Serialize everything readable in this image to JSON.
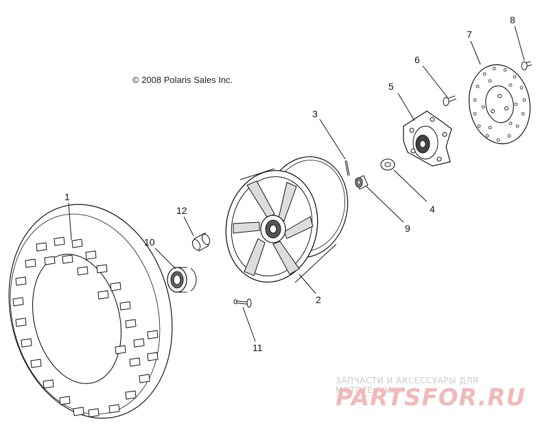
{
  "copyright": "© 2008 Polaris Sales Inc.",
  "callouts": [
    "1",
    "2",
    "3",
    "4",
    "5",
    "6",
    "7",
    "8",
    "9",
    "10",
    "11",
    "12"
  ],
  "watermark": {
    "tagline": "ЗАПЧАСТИ И АКСЕССУАРЫ ДЛЯ МОТОТЕХНИКИ",
    "logo": "PARTSFOR.RU"
  },
  "colors": {
    "line": "#111111",
    "watermark_text": "#c9c9c9",
    "watermark_logo": "#f1b9b9"
  }
}
